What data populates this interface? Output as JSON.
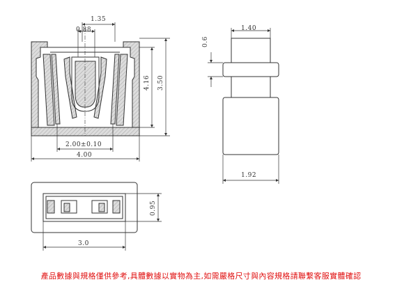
{
  "dimensions": {
    "top_width": "1.35",
    "inner_width": "0.88",
    "height_outer": "3.50",
    "height_inner": "4.16",
    "pitch": "2.00±0.10",
    "base_width": "4.00",
    "flange_thickness": "0.6",
    "flange_width": "1.40",
    "body_width": "1.92",
    "bottom_height": "0.95",
    "bottom_width": "3.0"
  },
  "colors": {
    "line": "#333333",
    "hatch_fill": "#d8d8d8",
    "note": "#e01010"
  },
  "note": "產品數據與規格僅供參考,具體數據以實物為主,如需嚴格尺寸與內容規格請聯繫客服實體確認"
}
